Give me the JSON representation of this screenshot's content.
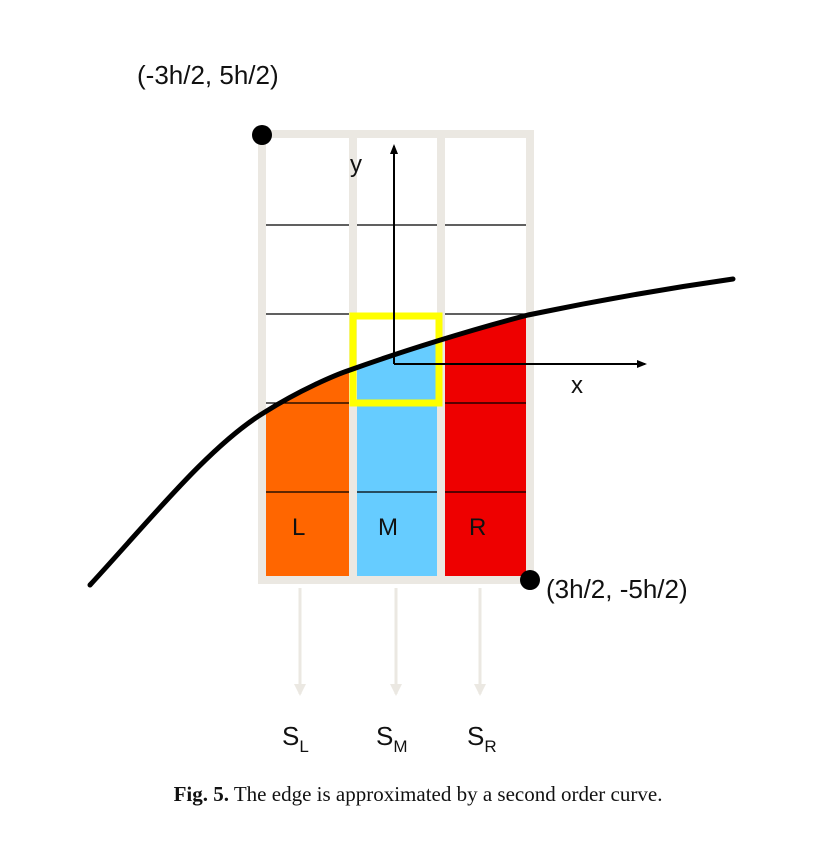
{
  "diagram": {
    "corner_top_left_label": "(-3h/2, 5h/2)",
    "corner_bottom_right_label": "(3h/2, -5h/2)",
    "axis_y_label": "y",
    "axis_x_label": "x",
    "column_labels": {
      "left": "L",
      "middle": "M",
      "right": "R"
    },
    "sum_labels": {
      "left": {
        "base": "S",
        "sub": "L"
      },
      "middle": {
        "base": "S",
        "sub": "M"
      },
      "right": {
        "base": "S",
        "sub": "R"
      }
    },
    "colors": {
      "left_fill": "#ff6600",
      "middle_fill": "#66ccff",
      "right_fill": "#ee0000",
      "highlight_square": "#ffff00",
      "grid_outline": "#ebe8e2",
      "curve": "#000000"
    }
  },
  "caption": {
    "prefix": "Fig. 5.",
    "text": " The edge is approximated by a second order curve."
  }
}
